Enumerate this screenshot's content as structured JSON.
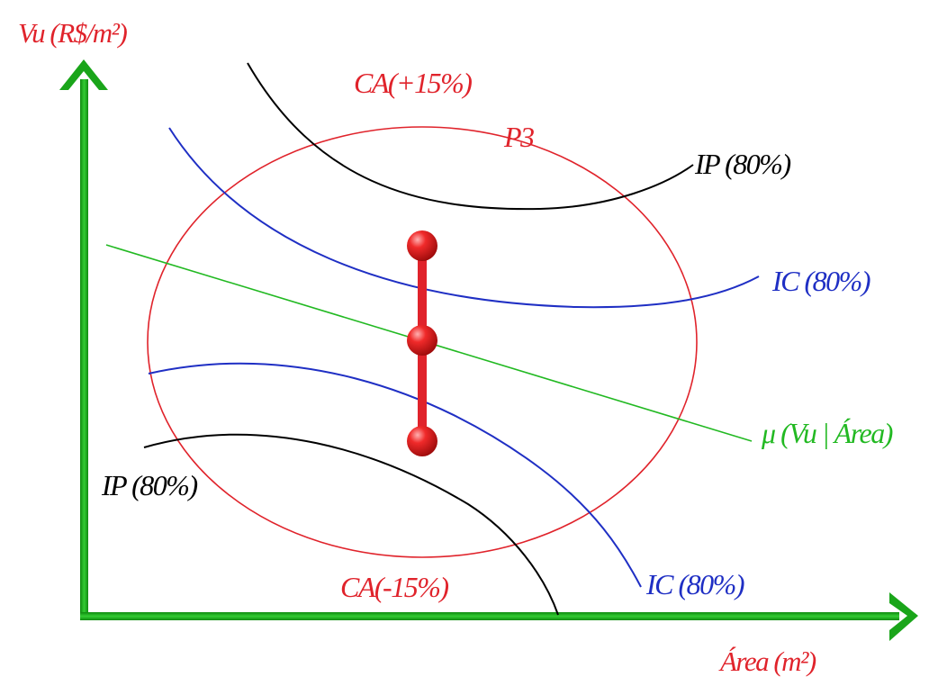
{
  "axes": {
    "y_label": "Vu (R$/m²)",
    "x_label": "Área (m²)",
    "color": "#1aa51a"
  },
  "labels": {
    "ca_upper": "CA(+15%)",
    "ca_lower": "CA(-15%)",
    "ellipse": "P3",
    "ip_upper": "IP (80%)",
    "ip_lower": "IP (80%)",
    "ic_upper": "IC (80%)",
    "ic_lower": "IC (80%)",
    "regression": "μ (Vu | Área)"
  },
  "colors": {
    "red": "#e0232b",
    "blue": "#1f2fc4",
    "green": "#22b922",
    "black": "#000000"
  }
}
